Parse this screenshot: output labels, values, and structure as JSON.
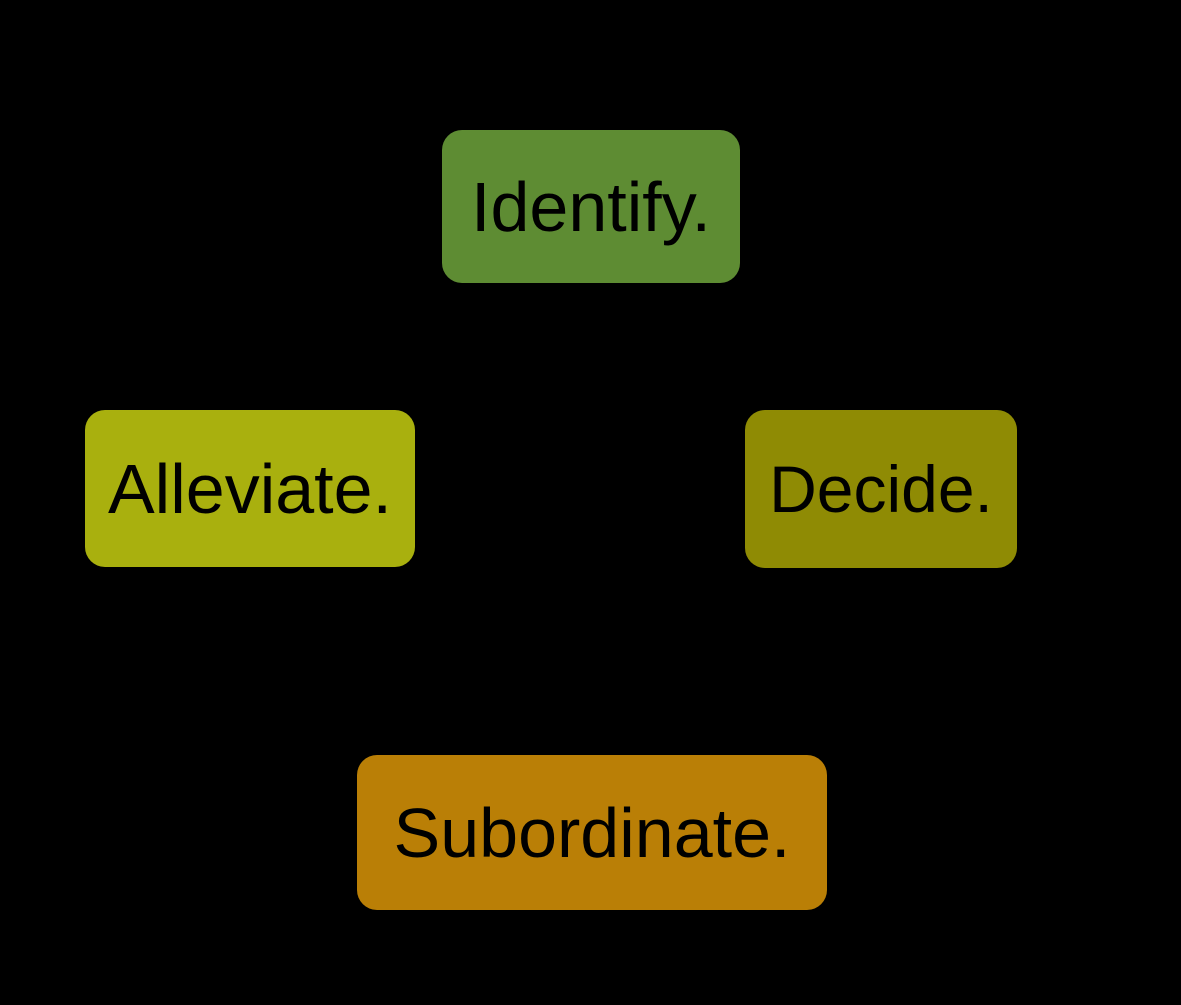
{
  "diagram": {
    "background_color": "#000000",
    "node_text_color": "#000000",
    "nodes": [
      {
        "id": "identify",
        "label": "Identify.",
        "color": "#5e8c33"
      },
      {
        "id": "alleviate",
        "label": "Alleviate.",
        "color": "#a9b00e"
      },
      {
        "id": "decide",
        "label": "Decide.",
        "color": "#8f8b04"
      },
      {
        "id": "subordinate",
        "label": "Subordinate.",
        "color": "#ba7f06"
      }
    ]
  }
}
